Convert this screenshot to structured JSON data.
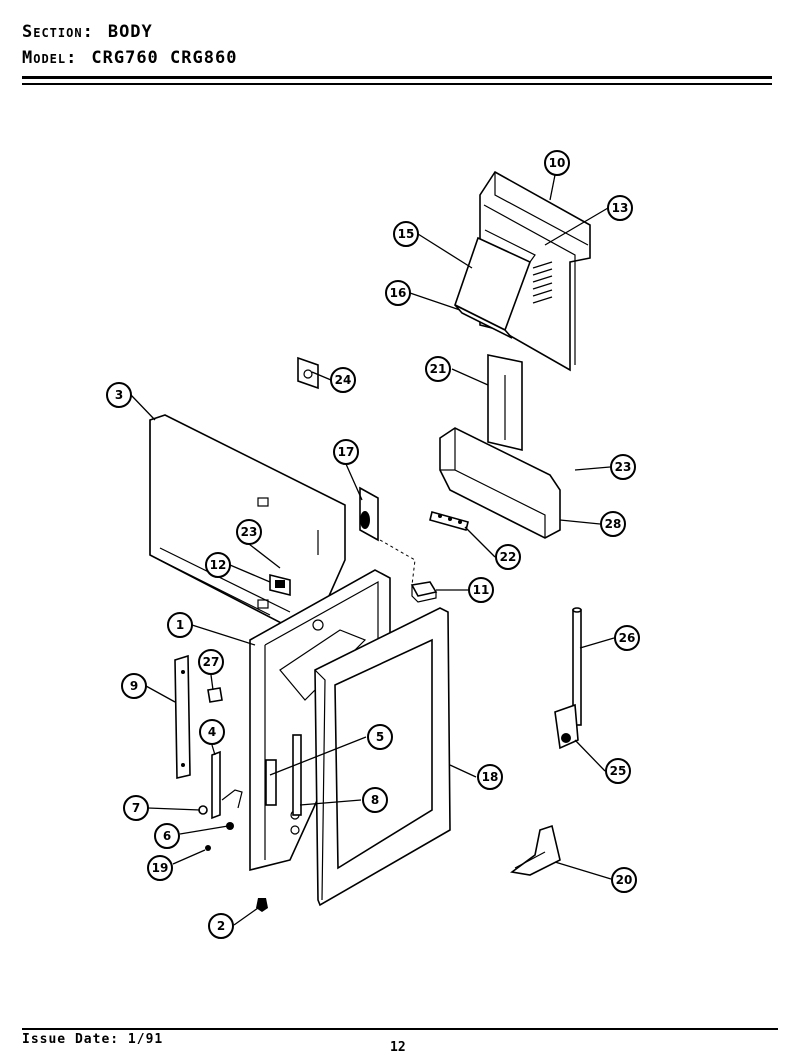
{
  "header": {
    "section_label": "Section:",
    "section_value": "BODY",
    "model_label": "Model:",
    "model_value": "CRG760  CRG860"
  },
  "footer": {
    "issue_date": "Issue Date: 1/91",
    "page_number": "12"
  },
  "callouts": {
    "c1": "1",
    "c2": "2",
    "c3": "3",
    "c4": "4",
    "c5": "5",
    "c6": "6",
    "c7": "7",
    "c8": "8",
    "c9": "9",
    "c10": "10",
    "c11": "11",
    "c12": "12",
    "c13": "13",
    "c15": "15",
    "c16": "16",
    "c17": "17",
    "c18": "18",
    "c19": "19",
    "c20": "20",
    "c21": "21",
    "c22": "22",
    "c23a": "23",
    "c23b": "23",
    "c24": "24",
    "c25": "25",
    "c26": "26",
    "c27": "27",
    "c28": "28"
  }
}
